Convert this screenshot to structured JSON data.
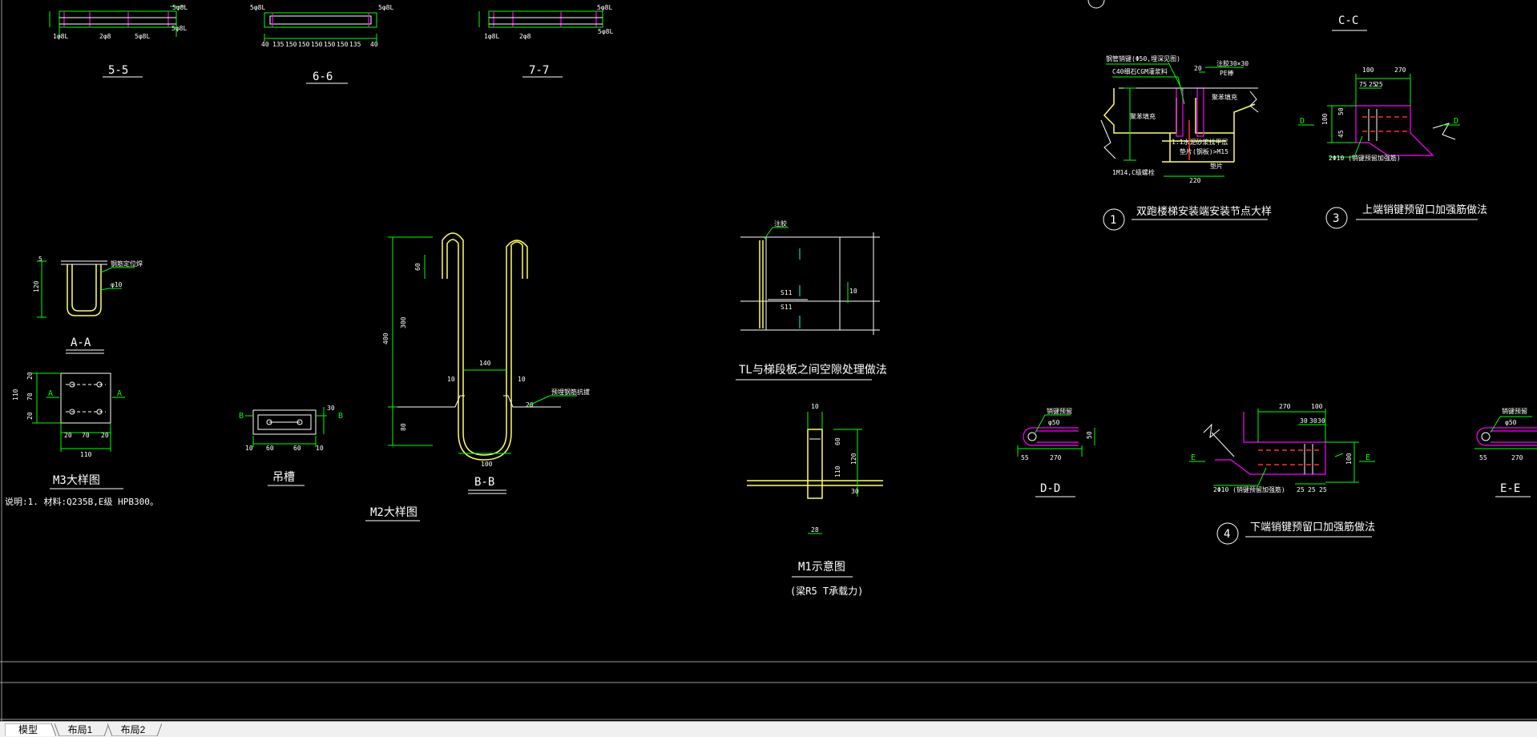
{
  "drawing": {
    "sections": {
      "s55": "5-5",
      "s66": "6-6",
      "s77": "7-7",
      "cc": "C-C",
      "aa": "A-A",
      "bb": "B-B",
      "dd": "D-D",
      "ee": "E-E"
    },
    "titles": {
      "m3": "M3大样图",
      "note": "说明:1. 材料:Q235B,E级 HPB300。",
      "hole": "吊槽",
      "m2": "M2大样图",
      "tl": "TL与梯段板之间空隙处理做法",
      "m1": "M1示意图",
      "m1_sub": "(梁R5 T承载力)",
      "detail1": "双跑楼梯安装端安装节点大样",
      "detail3": "上端销键预留口加强筋做法",
      "detail4": "下端销键预留口加强筋做法"
    },
    "markers": {
      "d1": "1",
      "d3": "3",
      "d4": "4"
    },
    "dims": {
      "d66": [
        "40",
        "135",
        "150",
        "150",
        "150",
        "150",
        "150",
        "135",
        "40"
      ],
      "m2_400": "400",
      "m2_300": "300",
      "m2_80": "80",
      "m2_60": "60",
      "m2_140": "140",
      "m2_100": "100",
      "m2_10a": "10",
      "m2_10b": "10",
      "m2_20": "20",
      "aa_120": "120",
      "aa_5": "5",
      "m3_110v": "110",
      "m3_20a": "20",
      "m3_70v": "70",
      "m3_20b": "20",
      "m3_20h": "20",
      "m3_70h": "70",
      "m3_20h2": "20",
      "m3_110h": "110",
      "hole_10a": "10",
      "hole_60a": "60",
      "hole_60b": "60",
      "hole_10b": "10",
      "hole_30": "30",
      "m1_10": "10",
      "m1_60": "60",
      "m1_120": "120",
      "m1_110": "110",
      "m1_30": "30",
      "m1_28": "28",
      "dd_55": "55",
      "dd_270": "270",
      "dd_50": "50",
      "ee_55": "55",
      "ee_270": "270",
      "d4_270": "270",
      "d4_100": "100",
      "d4_30a": "30",
      "d4_30b": "30",
      "d4_30c": "30",
      "d4_25a": "25",
      "d4_25b": "25",
      "d4_25c": "25",
      "d4_100v": "100",
      "d3_100": "100",
      "d3_270": "270",
      "d3_75": "75",
      "d3_25a": "25",
      "d3_25b": "25",
      "d3_50": "50",
      "d3_100v": "100",
      "d3_45": "45",
      "d1_20": "20",
      "d1_220": "220",
      "tl_10": "10",
      "tl_s": "S11"
    },
    "labels": {
      "aa_note1": "钢筋定位焊",
      "aa_note2": "φ10",
      "a_left": "A",
      "a_right": "A",
      "b_left": "B",
      "b_right": "B",
      "d_left": "D",
      "d_right": "D",
      "d3_left": "D",
      "d3_right": "D",
      "e_left": "E",
      "e_right": "E",
      "bb_note": "预埋钢筋抗拔",
      "tl_note": "注胶",
      "dd_note": "销键预留",
      "dd_dia": "φ50",
      "ee_note": "销键预留",
      "ee_dia": "φ50",
      "d4_note": "2Φ10 (销键预留加强筋)",
      "d3_note": "2Φ10 (销键预留加强筋)",
      "d1_n1": "钢管销键(Φ50,埋深见图)",
      "d1_n2": "C40细石CGM灌浆料",
      "d1_n3": "注胶30×30",
      "d1_n4": "PE棒",
      "d1_n5": "聚苯填充",
      "d1_n6": "1:1水泥砂浆找平层",
      "d1_n7": "垫片(钢板)>M15",
      "d1_n8": "1M14,C级螺栓",
      "d1_n9": "垫片",
      "d1_n10": "聚苯填充",
      "s5_a": "5φ8L",
      "s5_b": "5φ8L",
      "s5_c": "1φ8L",
      "s5_d": "2φ8",
      "s5_e": "5φ8L",
      "s6_a": "5φ8L",
      "s6_b": "5φ8L",
      "s7_a": "5φ8L",
      "s7_b": "5φ8L",
      "s7_c": "1φ8L",
      "s7_d": "2φ8"
    },
    "colors": {
      "white": "#ffffff",
      "green": "#00ff00",
      "yellow": "#ffff66",
      "magenta": "#ff00ff",
      "red": "#ff3333",
      "cyan": "#00ffff",
      "gray": "#9a9a9a"
    }
  },
  "tabs": [
    {
      "label": "模型",
      "active": true
    },
    {
      "label": "布局1",
      "active": false
    },
    {
      "label": "布局2",
      "active": false
    }
  ]
}
